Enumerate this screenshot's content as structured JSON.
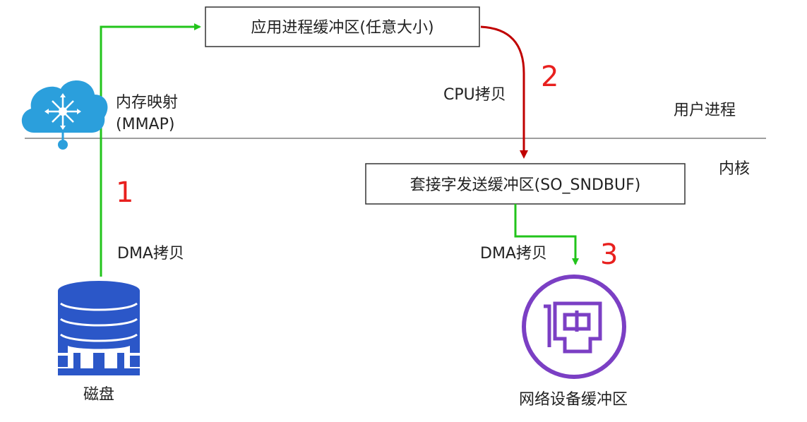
{
  "boxes": {
    "app_buffer": "应用进程缓冲区(任意大小)",
    "socket_buffer": "套接字发送缓冲区(SO_SNDBUF)"
  },
  "labels": {
    "mmap_line1": "内存映射",
    "mmap_line2": "(MMAP)",
    "cpu_copy": "CPU拷贝",
    "user_process": "用户进程",
    "kernel": "内核",
    "dma_copy_disk": "DMA拷贝",
    "dma_copy_nic": "DMA拷贝",
    "disk": "磁盘",
    "nic_buffer": "网络设备缓冲区"
  },
  "steps": {
    "step1": "1",
    "step2": "2",
    "step3": "3"
  },
  "colors": {
    "green_arrow": "#22c41b",
    "red_arrow": "#c00000",
    "step_number": "#e8201e",
    "disk_icon": "#2b57c8",
    "cloud_icon": "#2b9fdc",
    "nic_icon": "#7b3fc4",
    "divider": "#7f7f7f"
  },
  "icons": {
    "cloud": "cloud-network-icon",
    "disk": "database-disk-icon",
    "nic": "network-card-icon"
  }
}
